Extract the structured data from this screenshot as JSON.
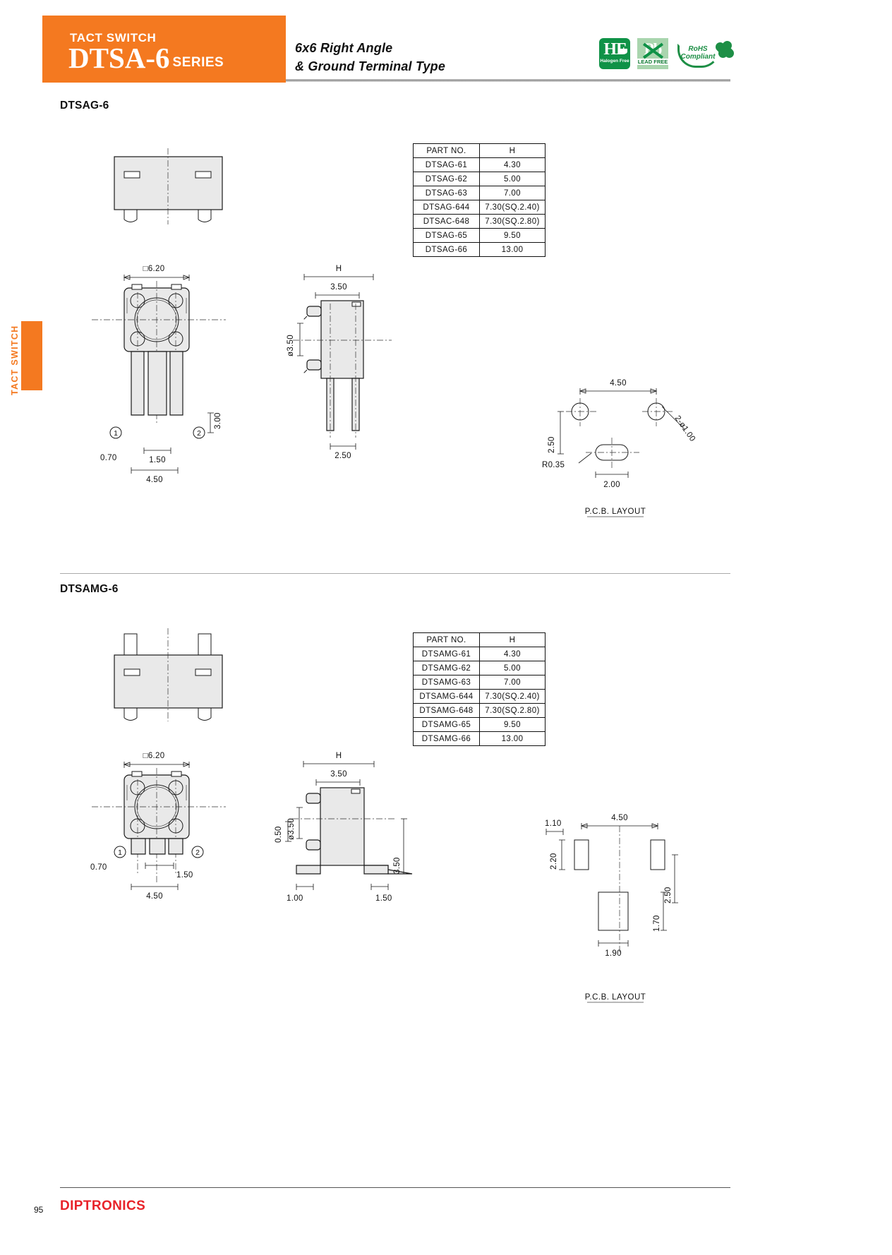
{
  "header": {
    "kicker": "TACT SWITCH",
    "series": "DTSA-6",
    "series_suffix": "SERIES",
    "subtitle_line1": "6x6 Right Angle",
    "subtitle_line2": "& Ground Terminal Type",
    "logos": {
      "halogen_free_mark": "HF",
      "halogen_free_caption": "Halogen Free",
      "lead_free_mark": "Pb",
      "lead_free_caption": "LEAD FREE",
      "rohs_line1": "RoHS",
      "rohs_line2": "Compliant"
    }
  },
  "side_tab": {
    "label": "TACT SWITCH"
  },
  "sections": [
    {
      "title": "DTSAG-6",
      "table": {
        "headers": [
          "PART  NO.",
          "H"
        ],
        "rows": [
          [
            "DTSAG-61",
            "4.30"
          ],
          [
            "DTSAG-62",
            "5.00"
          ],
          [
            "DTSAG-63",
            "7.00"
          ],
          [
            "DTSAG-644",
            "7.30(SQ.2.40)"
          ],
          [
            "DTSAC-648",
            "7.30(SQ.2.80)"
          ],
          [
            "DTSAG-65",
            "9.50"
          ],
          [
            "DTSAG-66",
            "13.00"
          ]
        ]
      },
      "front_view": {
        "width_dim": "□6.20",
        "pin_height_dim": "3.00",
        "left_offset_dim": "0.70",
        "inner_dim": "1.50",
        "span_dim": "4.50",
        "pin1_label": "1",
        "pin2_label": "2"
      },
      "side_view": {
        "h_dim": "H",
        "top_dim": "3.50",
        "stem_dim": "ø3.50",
        "bottom_dim": "2.50"
      },
      "pcb_layout": {
        "caption": "P.C.B.  LAYOUT",
        "horiz_dim": "4.50",
        "vert_dim": "2.50",
        "hole_note": "2-ø1.00",
        "radius_note": "R0.35",
        "slot_dim": "2.00"
      }
    },
    {
      "title": "DTSAMG-6",
      "table": {
        "headers": [
          "PART  NO.",
          "H"
        ],
        "rows": [
          [
            "DTSAMG-61",
            "4.30"
          ],
          [
            "DTSAMG-62",
            "5.00"
          ],
          [
            "DTSAMG-63",
            "7.00"
          ],
          [
            "DTSAMG-644",
            "7.30(SQ.2.40)"
          ],
          [
            "DTSAMG-648",
            "7.30(SQ.2.80)"
          ],
          [
            "DTSAMG-65",
            "9.50"
          ],
          [
            "DTSAMG-66",
            "13.00"
          ]
        ]
      },
      "front_view": {
        "width_dim": "□6.20",
        "left_offset_dim": "0.70",
        "inner_dim": "1.50",
        "span_dim": "4.50",
        "pin1_label": "1",
        "pin2_label": "2"
      },
      "side_view": {
        "h_dim": "H",
        "top_dim": "3.50",
        "stem_dim": "ø3.50",
        "small_dim": "0.50",
        "right_dim": "3.50",
        "bottom_left_dim": "1.00",
        "bottom_right_dim": "1.50"
      },
      "pcb_layout": {
        "caption": "P.C.B.  LAYOUT",
        "horiz_dim": "4.50",
        "pad_width_dim": "1.10",
        "pad_height_dim": "2.20",
        "vert_dim": "2.50",
        "lower_dim": "1.70",
        "lower_width_dim": "1.90"
      }
    }
  ],
  "footer": {
    "brand": "DIPTRONICS",
    "page_number": "95"
  }
}
